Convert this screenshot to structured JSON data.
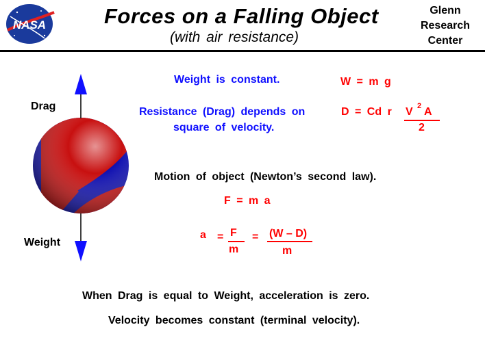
{
  "header": {
    "logo_text": "NASA",
    "title": "Forces on a Falling Object",
    "subtitle": "(with air resistance)",
    "center_line1": "Glenn",
    "center_line2": "Research",
    "center_line3": "Center"
  },
  "labels": {
    "drag": "Drag",
    "weight": "Weight"
  },
  "statements": {
    "weight_constant": "Weight is constant.",
    "drag_line1": "Resistance (Drag) depends on",
    "drag_line2": "square of velocity.",
    "motion": "Motion of object (Newton’s second law).",
    "conclusion1": "When Drag is equal to Weight, acceleration is zero.",
    "conclusion2": "Velocity becomes constant (terminal velocity)."
  },
  "equations": {
    "w_eq": "W = m g",
    "d_lhs": "D = Cd r",
    "d_v": "V",
    "d_exp": "2",
    "d_a": "A",
    "d_den": "2",
    "f_eq": "F = m a",
    "a_lhs": "a",
    "eq1": "=",
    "f_num": "F",
    "m_den1": "m",
    "eq2": "=",
    "wd_num": "(W – D)",
    "m_den2": "m"
  },
  "colors": {
    "statement_text": "#1010ff",
    "equation_text": "#ff0000",
    "arrow": "#1010ff",
    "ball_red": "#cc1010",
    "ball_blue": "#1010b0"
  }
}
